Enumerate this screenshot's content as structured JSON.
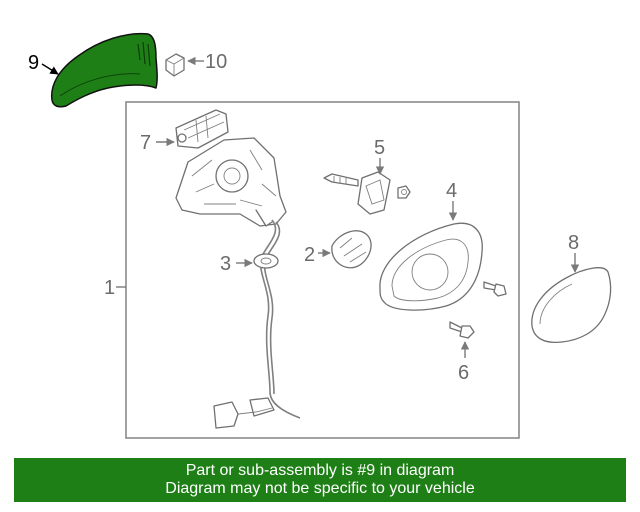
{
  "callouts": {
    "c1": "1",
    "c2": "2",
    "c3": "3",
    "c4": "4",
    "c5": "5",
    "c6": "6",
    "c7": "7",
    "c8": "8",
    "c9": "9",
    "c10": "10"
  },
  "banner": {
    "line1": "Part or sub-assembly is #9 in diagram",
    "line2": "Diagram may not be specific to your vehicle"
  },
  "colors": {
    "highlight": "#1e7f16",
    "banner_bg": "#1e7f16",
    "banner_text": "#ffffff",
    "line": "#7a7a7a"
  },
  "highlighted_part": "9"
}
